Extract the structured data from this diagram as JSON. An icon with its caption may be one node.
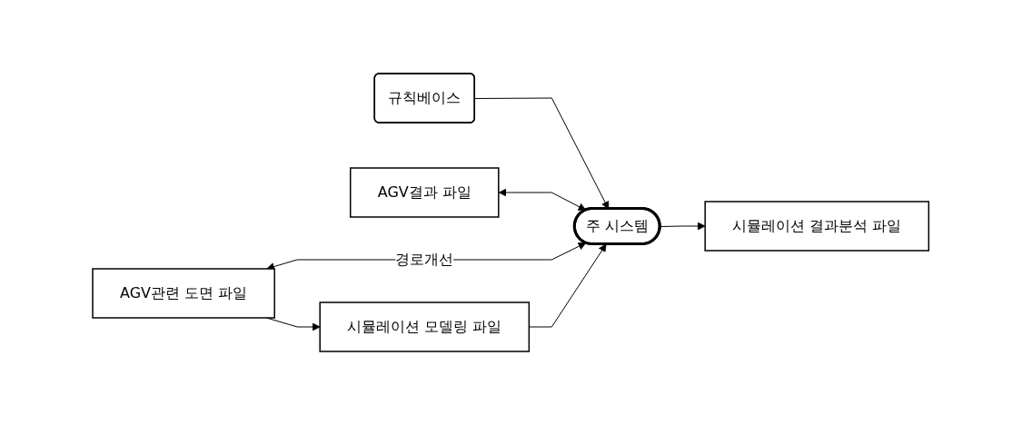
{
  "diagram": {
    "nodes": [
      {
        "text": [
          "규칙베이스"
        ]
      },
      {
        "text": [
          "AGV결과 파일"
        ]
      },
      {
        "text": [
          "AGV관련 도면 파일"
        ]
      },
      {
        "text": [
          "주 시스템"
        ]
      },
      {
        "text": [
          "시뮬레이션 결과분석 파일"
        ]
      },
      {
        "text": [
          "시뮬레이션 모델링 파일"
        ]
      }
    ],
    "edges": [
      {
        "from": 0,
        "to": 3,
        "arrow": "to"
      },
      {
        "from": 1,
        "to": 3,
        "arrow": "both"
      },
      {
        "from": 2,
        "to": 3,
        "arrow": "both",
        "label": "경로개선"
      },
      {
        "from": 3,
        "to": 4,
        "arrow": "to"
      },
      {
        "from": 2,
        "to": 5,
        "arrow": "to"
      },
      {
        "from": 5,
        "to": 3,
        "arrow": "to"
      }
    ]
  }
}
